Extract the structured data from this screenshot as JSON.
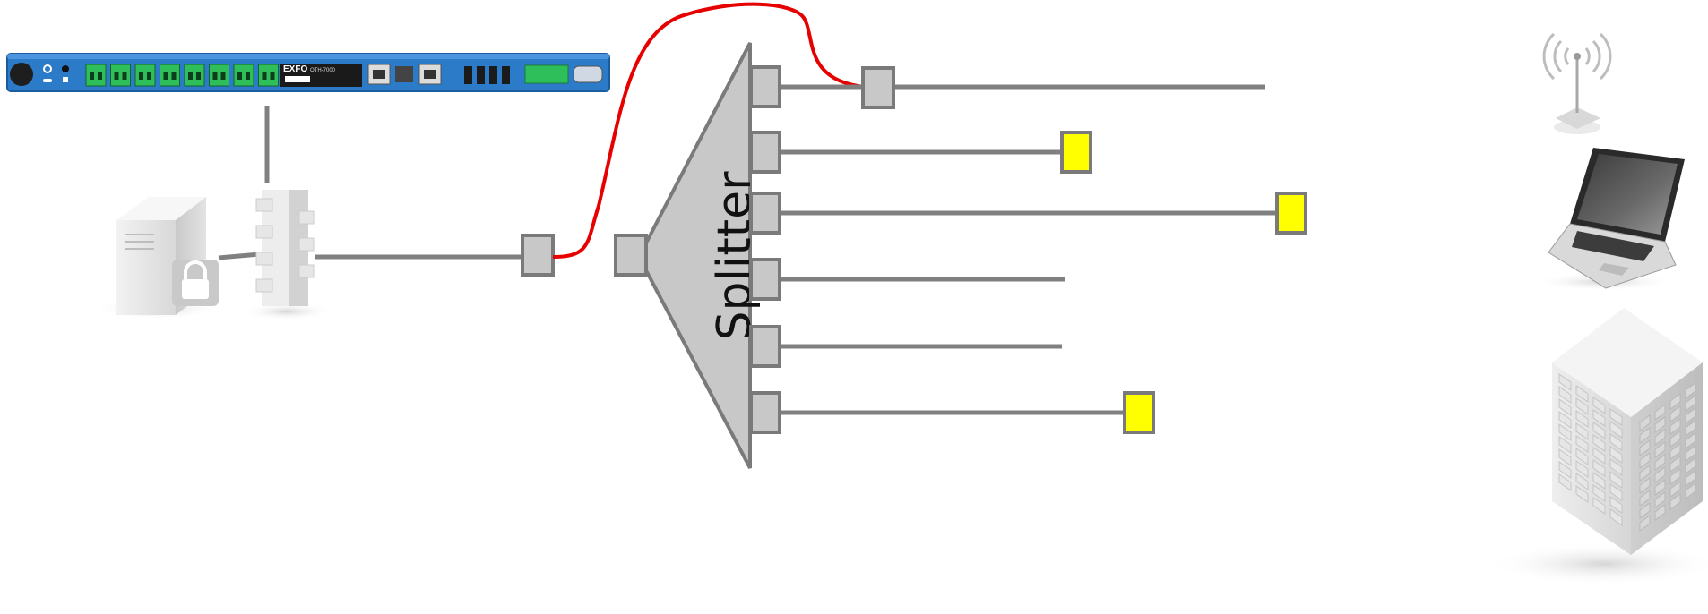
{
  "diagram": {
    "splitter_label": "Splitter",
    "device": {
      "brand": "EXFO",
      "model": "OTH-7000"
    },
    "colors": {
      "line": "#808080",
      "connector_fill": "#c8c8c8",
      "connector_border": "#7a7a7a",
      "red_fiber": "#e60000",
      "terminal_yellow": "#ffff00",
      "device_blue": "#2b7bc9",
      "port_green": "#2fbf5a"
    },
    "icons": {
      "server": "server-icon",
      "lock": "lock-icon",
      "firewall": "firewall-icon",
      "antenna": "wireless-antenna-icon",
      "laptop": "laptop-icon",
      "building": "office-building-icon"
    }
  }
}
